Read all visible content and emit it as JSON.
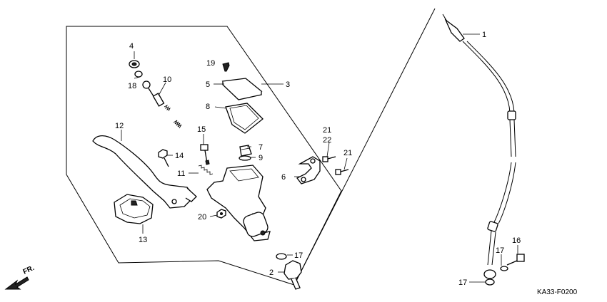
{
  "diagram_code": "KA33-F0200",
  "direction_label": "FR.",
  "callouts": {
    "c1": "1",
    "c2": "2",
    "c3": "3",
    "c4": "4",
    "c5": "5",
    "c6": "6",
    "c7": "7",
    "c8": "8",
    "c9": "9",
    "c10": "10",
    "c11": "11",
    "c12": "12",
    "c13": "13",
    "c14": "14",
    "c15": "15",
    "c16": "16",
    "c17a": "17",
    "c17b": "17",
    "c17c": "17",
    "c18": "18",
    "c19": "19",
    "c20": "20",
    "c21a": "21",
    "c21b": "21",
    "c22": "22"
  },
  "colors": {
    "line": "#000000",
    "background": "#ffffff"
  }
}
